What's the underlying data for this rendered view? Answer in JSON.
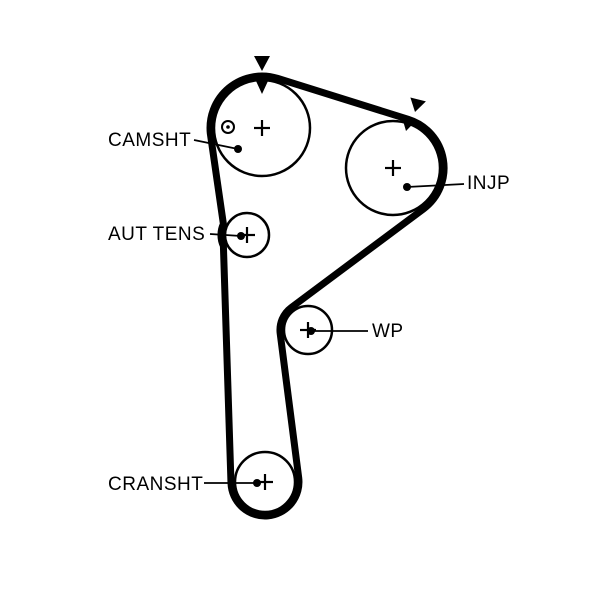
{
  "colors": {
    "background": "#ffffff",
    "line": "#000000"
  },
  "icons": {
    "timing_mark_arrow": "▼",
    "camshaft_alignment_marker": "⊙",
    "pulley_center_mark": "+"
  },
  "labels": {
    "camshaft": "CAMSHT",
    "tensioner": "AUT TENS",
    "water_pump": "WP",
    "injection_pump": "INJP",
    "crankshaft": "CRANSHT"
  }
}
